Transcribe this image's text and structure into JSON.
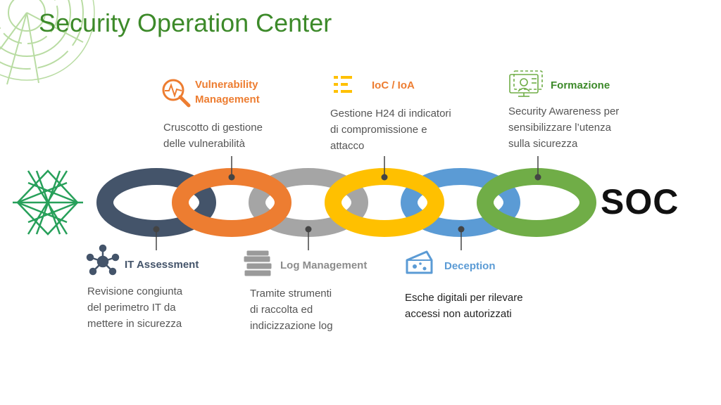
{
  "title": "Security Operation Center",
  "soc_label": "SOC",
  "colors": {
    "title": "#3d8a2a",
    "link_dark": "#44546a",
    "link_orange": "#ed7d31",
    "link_gray": "#a5a5a5",
    "link_yellow": "#ffc000",
    "link_blue": "#5b9bd5",
    "link_green": "#70ad47"
  },
  "items": [
    {
      "id": "vulnerability-management",
      "icon": "magnifier-pulse-icon",
      "heading_lines": [
        "Vulnerability",
        "Management"
      ],
      "color": "#ed7d31",
      "desc_lines": [
        "Cruscotto di gestione",
        "delle vulnerabilità"
      ]
    },
    {
      "id": "ioc-ioa",
      "icon": "list-icon",
      "heading_lines": [
        "IoC / IoA"
      ],
      "color": "#ed7d31",
      "desc_lines": [
        "Gestione H24 di indicatori",
        "di compromissione e",
        "attacco"
      ]
    },
    {
      "id": "formazione",
      "icon": "training-screen-icon",
      "heading_lines": [
        "Formazione"
      ],
      "color": "#3d8a2a",
      "desc_lines": [
        "Security Awareness per",
        "sensibilizzare l’utenza",
        "sulla sicurezza"
      ]
    },
    {
      "id": "it-assessment",
      "icon": "network-hub-icon",
      "heading_lines": [
        "IT Assessment"
      ],
      "color": "#44546a",
      "desc_lines": [
        "Revisione congiunta",
        "del perimetro IT da",
        "mettere in sicurezza"
      ]
    },
    {
      "id": "log-management",
      "icon": "books-stack-icon",
      "heading_lines": [
        "Log Management"
      ],
      "color": "#8c8c8c",
      "desc_lines": [
        "Tramite strumenti",
        "di raccolta ed",
        "indicizzazione log"
      ]
    },
    {
      "id": "deception",
      "icon": "cheese-icon",
      "heading_lines": [
        "Deception"
      ],
      "color": "#5b9bd5",
      "desc_lines": [
        "Esche digitali per rilevare",
        "accessi non autorizzati"
      ]
    }
  ]
}
